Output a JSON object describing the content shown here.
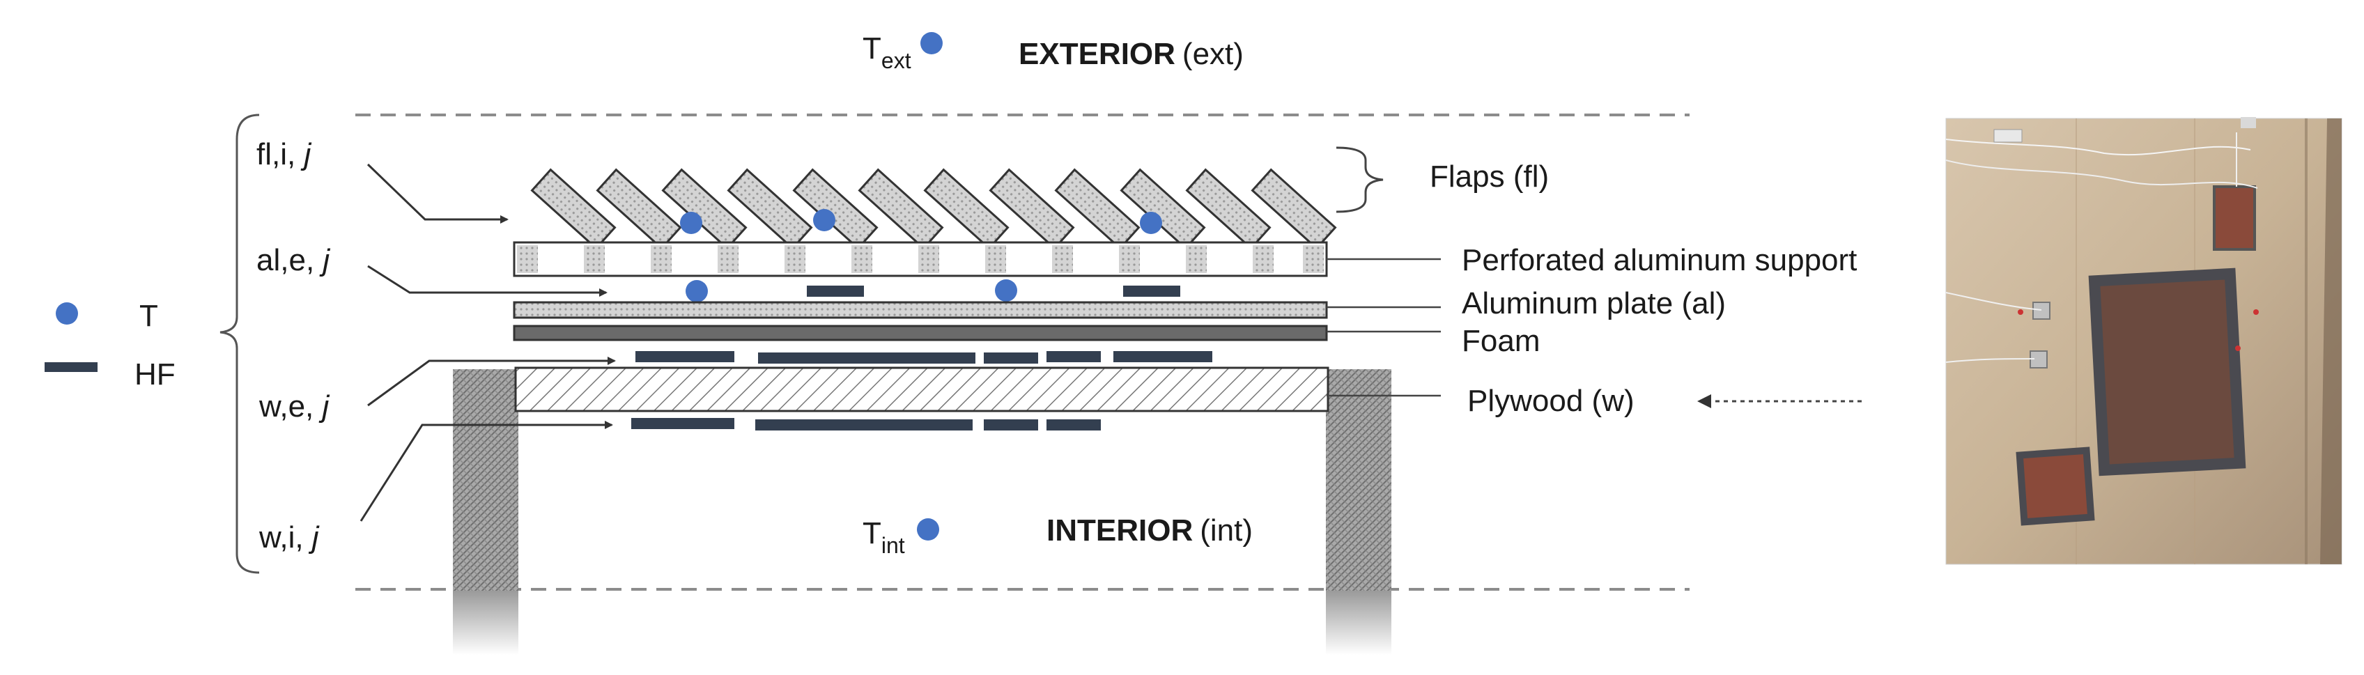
{
  "exterior": {
    "symbol": "T",
    "subscript": "ext",
    "title": "EXTERIOR",
    "abbr": "(ext)"
  },
  "interior": {
    "symbol": "T",
    "subscript": "int",
    "title": "INTERIOR",
    "abbr": "(int)"
  },
  "legend": {
    "temperature": "T",
    "heat_flux": "HF"
  },
  "sensor_groups": [
    {
      "prefix": "fl,i, ",
      "index": "j"
    },
    {
      "prefix": "al,e, ",
      "index": "j"
    },
    {
      "prefix": "w,e, ",
      "index": "j"
    },
    {
      "prefix": "w,i, ",
      "index": "j"
    }
  ],
  "layers": {
    "flaps": "Flaps (fl)",
    "support": "Perforated aluminum support",
    "plate": "Aluminum plate (al)",
    "foam": "Foam",
    "plywood": "Plywood (w)"
  },
  "colors": {
    "sensor_dot": "#4472C4",
    "heat_flux_bar": "#333F50",
    "dashed_line": "#8C8C8C"
  }
}
